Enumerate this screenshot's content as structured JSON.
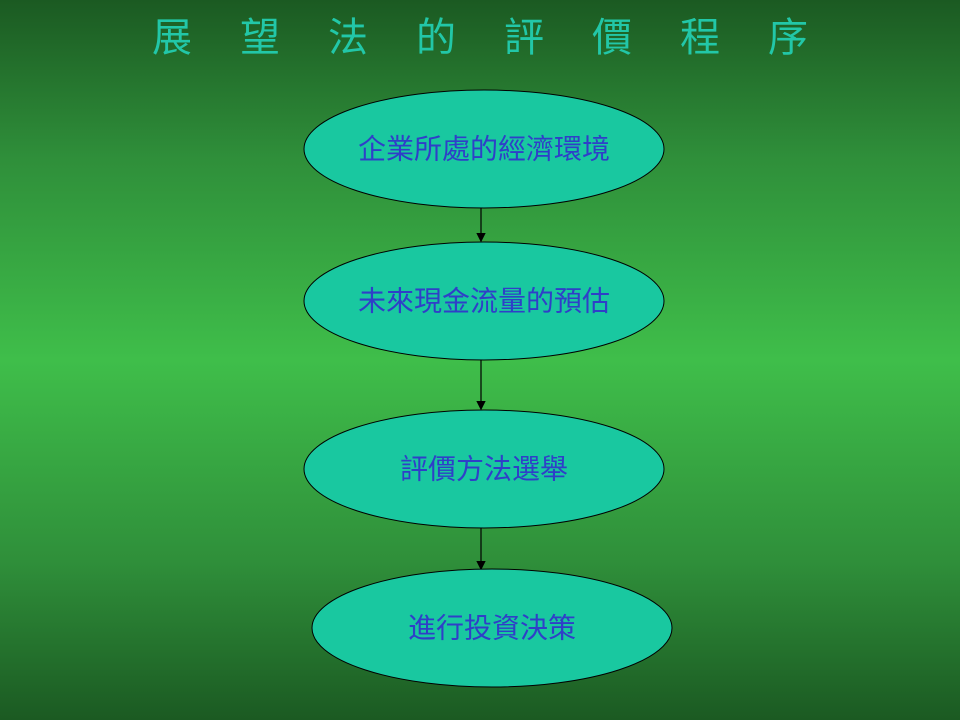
{
  "title": "展望法的評價程序",
  "colors": {
    "title": "#22c7a8",
    "node_fill": "#19c8a0",
    "node_stroke": "#000000",
    "node_text": "#2f3fc8",
    "arrow": "#000000"
  },
  "steps": [
    {
      "label": "企業所處的經濟環境"
    },
    {
      "label": "未來現金流量的預估"
    },
    {
      "label": "評價方法選舉"
    },
    {
      "label": "進行投資決策"
    }
  ]
}
